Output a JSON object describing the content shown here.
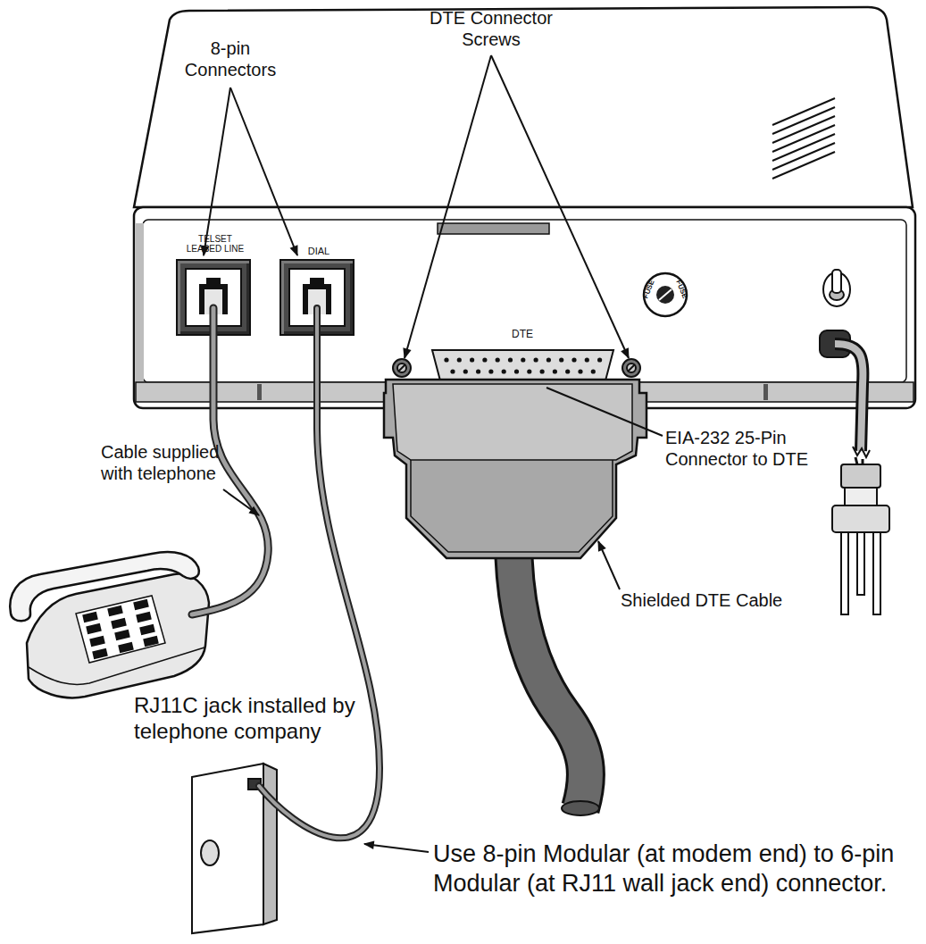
{
  "diagram": {
    "nodes": [
      {
        "text": [
          "TELSET LEASED LINE"
        ]
      },
      {
        "text": [
          "DIAL"
        ]
      },
      {
        "text": [
          "DTE"
        ]
      }
    ],
    "labels": [
      "8-pin Connectors",
      "DTE Connector Screws",
      "FUSE",
      "FUSE",
      "EIA-232 25-Pin Connector to DTE",
      "Cable supplied with telephone",
      "Shielded DTE Cable",
      "RJ11C jack installed by telephone company",
      "Use 8-pin Modular (at modem end) to 6-pin Modular (at RJ11 wall jack end) connector."
    ]
  }
}
